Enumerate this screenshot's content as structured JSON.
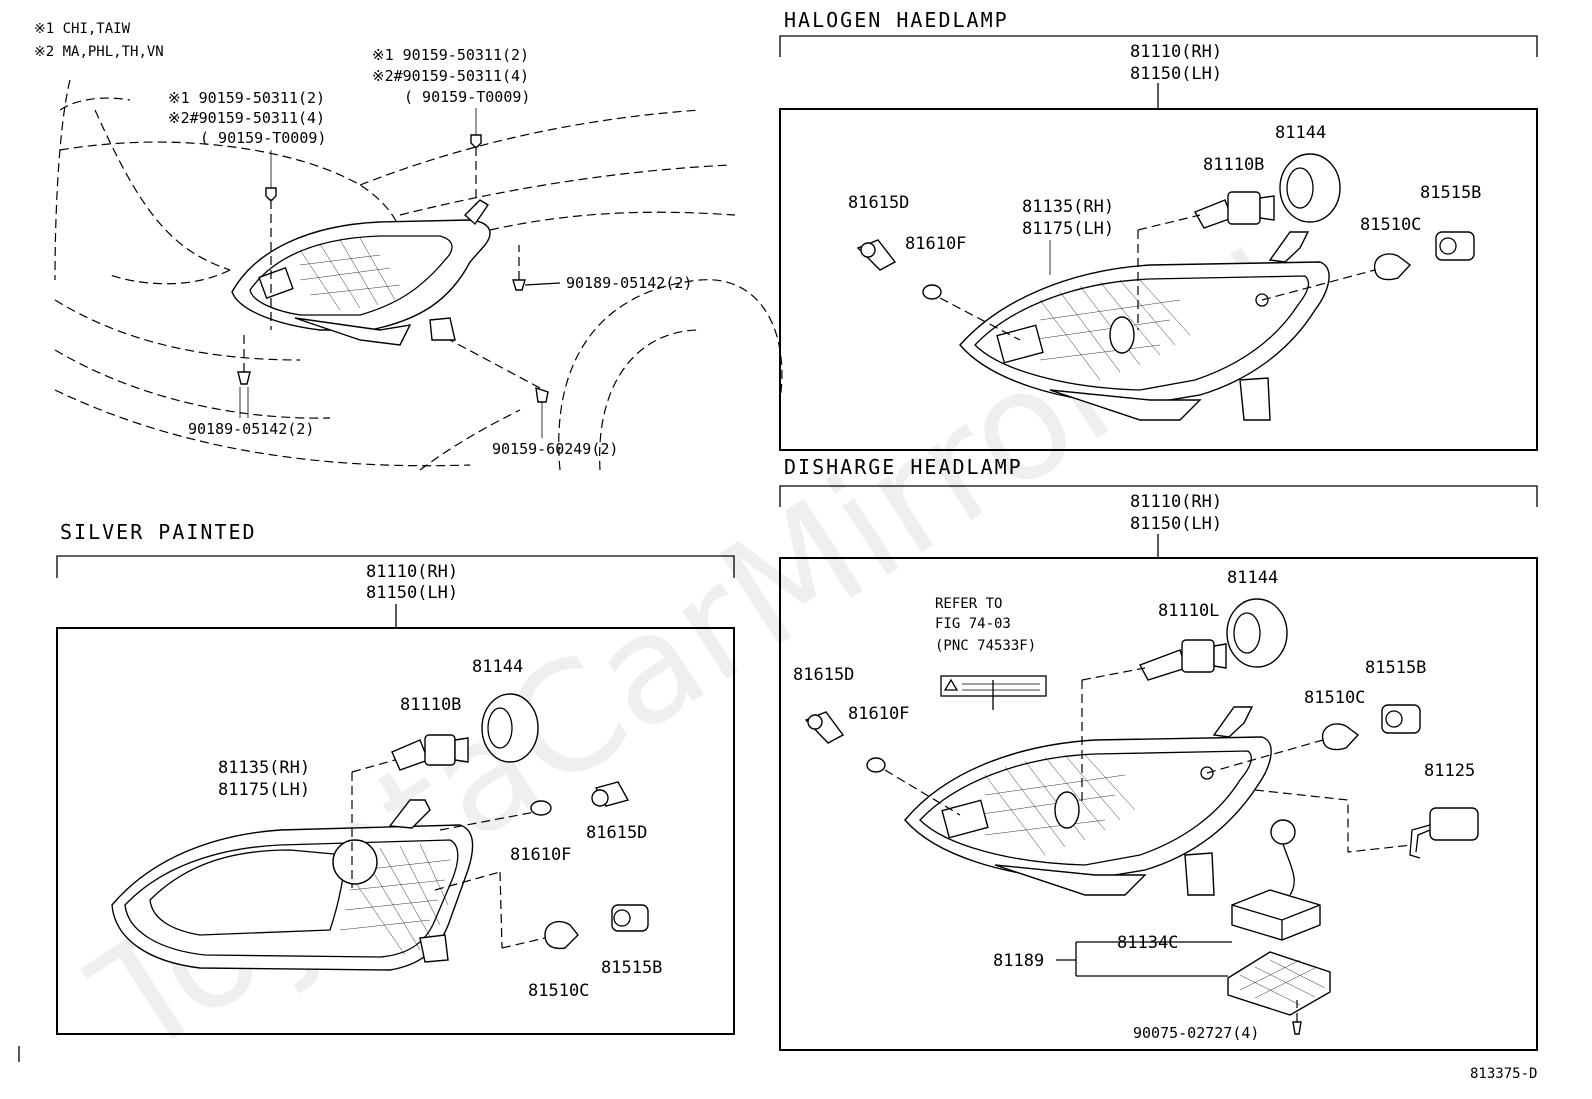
{
  "watermark": "ToyotaCarMirror.ru",
  "notes": {
    "note1": "※1 CHI,TAIW",
    "note2": "※2 MA,PHL,TH,VN"
  },
  "top_view": {
    "screw_a_1": "※1  90159-50311(2)",
    "screw_a_2": "※2#90159-50311(4)",
    "screw_a_3": "( 90159-T0009)",
    "screw_b_1": "※1  90159-50311(2)",
    "screw_b_2": "※2#90159-50311(4)",
    "screw_b_3": "( 90159-T0009)",
    "clip_right": "90189-05142(2)",
    "clip_bottom": "90189-05142(2)",
    "bolt": "90159-60249(2)"
  },
  "silver": {
    "title": "SILVER PAINTED",
    "assy_rh": "81110(RH)",
    "assy_lh": "81150(LH)",
    "cap": "81144",
    "bulb": "81110B",
    "unit_rh": "81135(RH)",
    "unit_lh": "81175(LH)",
    "wedge": "81610F",
    "socket_d": "81615D",
    "bulb_c": "81510C",
    "socket_b": "81515B"
  },
  "halogen": {
    "title": "HALOGEN HAEDLAMP",
    "assy_rh": "81110(RH)",
    "assy_lh": "81150(LH)",
    "cap": "81144",
    "bulb": "81110B",
    "socket_d": "81615D",
    "unit_rh": "81135(RH)",
    "unit_lh": "81175(LH)",
    "wedge": "81610F",
    "bulb_c": "81510C",
    "socket_b": "81515B"
  },
  "discharge": {
    "title": "DISHARGE HEADLAMP",
    "assy_rh": "81110(RH)",
    "assy_lh": "81150(LH)",
    "cap": "81144",
    "bulb": "81110L",
    "refer_1": "REFER TO",
    "refer_2": "FIG 74-03",
    "refer_3": "(PNC 74533F)",
    "socket_d": "81615D",
    "wedge": "81610F",
    "socket_b": "81515B",
    "bulb_c": "81510C",
    "socket_25": "81125",
    "ballast_set": "81189",
    "computer": "81134C",
    "screw": "90075-02727(4)"
  },
  "figure_code": "813375-D"
}
